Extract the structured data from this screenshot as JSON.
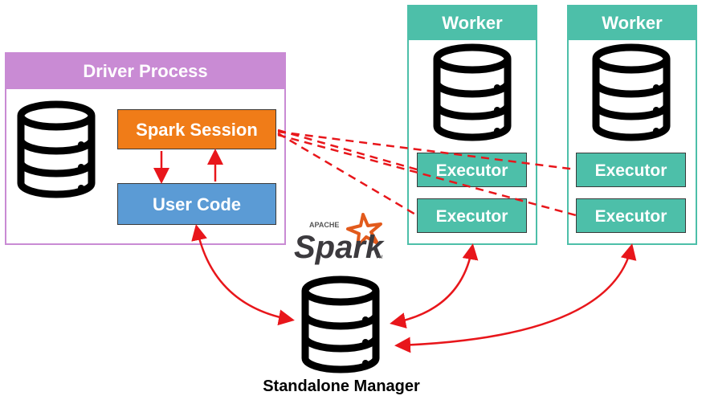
{
  "driver": {
    "title": "Driver Process",
    "spark_session": "Spark Session",
    "user_code": "User Code"
  },
  "workers": [
    {
      "title": "Worker",
      "executors": [
        "Executor",
        "Executor"
      ]
    },
    {
      "title": "Worker",
      "executors": [
        "Executor",
        "Executor"
      ]
    }
  ],
  "logo": {
    "apache": "APACHE",
    "spark": "Spark",
    "tm": "TM"
  },
  "manager": {
    "label": "Standalone Manager"
  },
  "colors": {
    "driver_header": "#c98bd4",
    "driver_border": "#c98bd4",
    "worker_header": "#4dbfa9",
    "worker_border": "#4dbfa9",
    "spark_session": "#f07c18",
    "user_code": "#5b9bd5",
    "executor": "#4dbfa9",
    "arrow": "#e8161b",
    "logo_orange": "#e25a1c"
  }
}
